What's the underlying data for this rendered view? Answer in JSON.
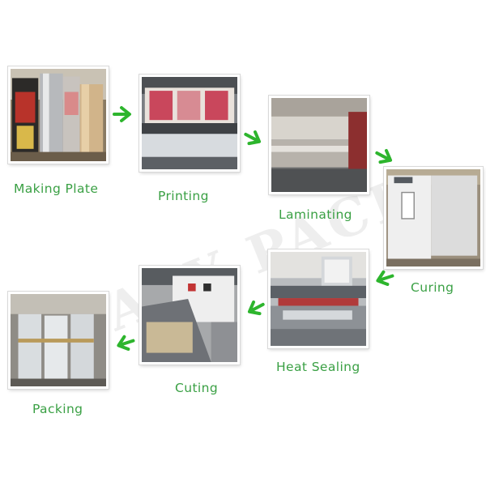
{
  "watermark": "EASY PACK",
  "steps": [
    {
      "label": "Making Plate"
    },
    {
      "label": "Printing"
    },
    {
      "label": "Laminating"
    },
    {
      "label": "Curing"
    },
    {
      "label": "Heat Sealing"
    },
    {
      "label": "Cuting"
    },
    {
      "label": "Packing"
    }
  ],
  "colors": {
    "label": "#3aa044",
    "arrow": "#2db52d"
  },
  "icons": {
    "arrow": "green-arrow-icon"
  }
}
